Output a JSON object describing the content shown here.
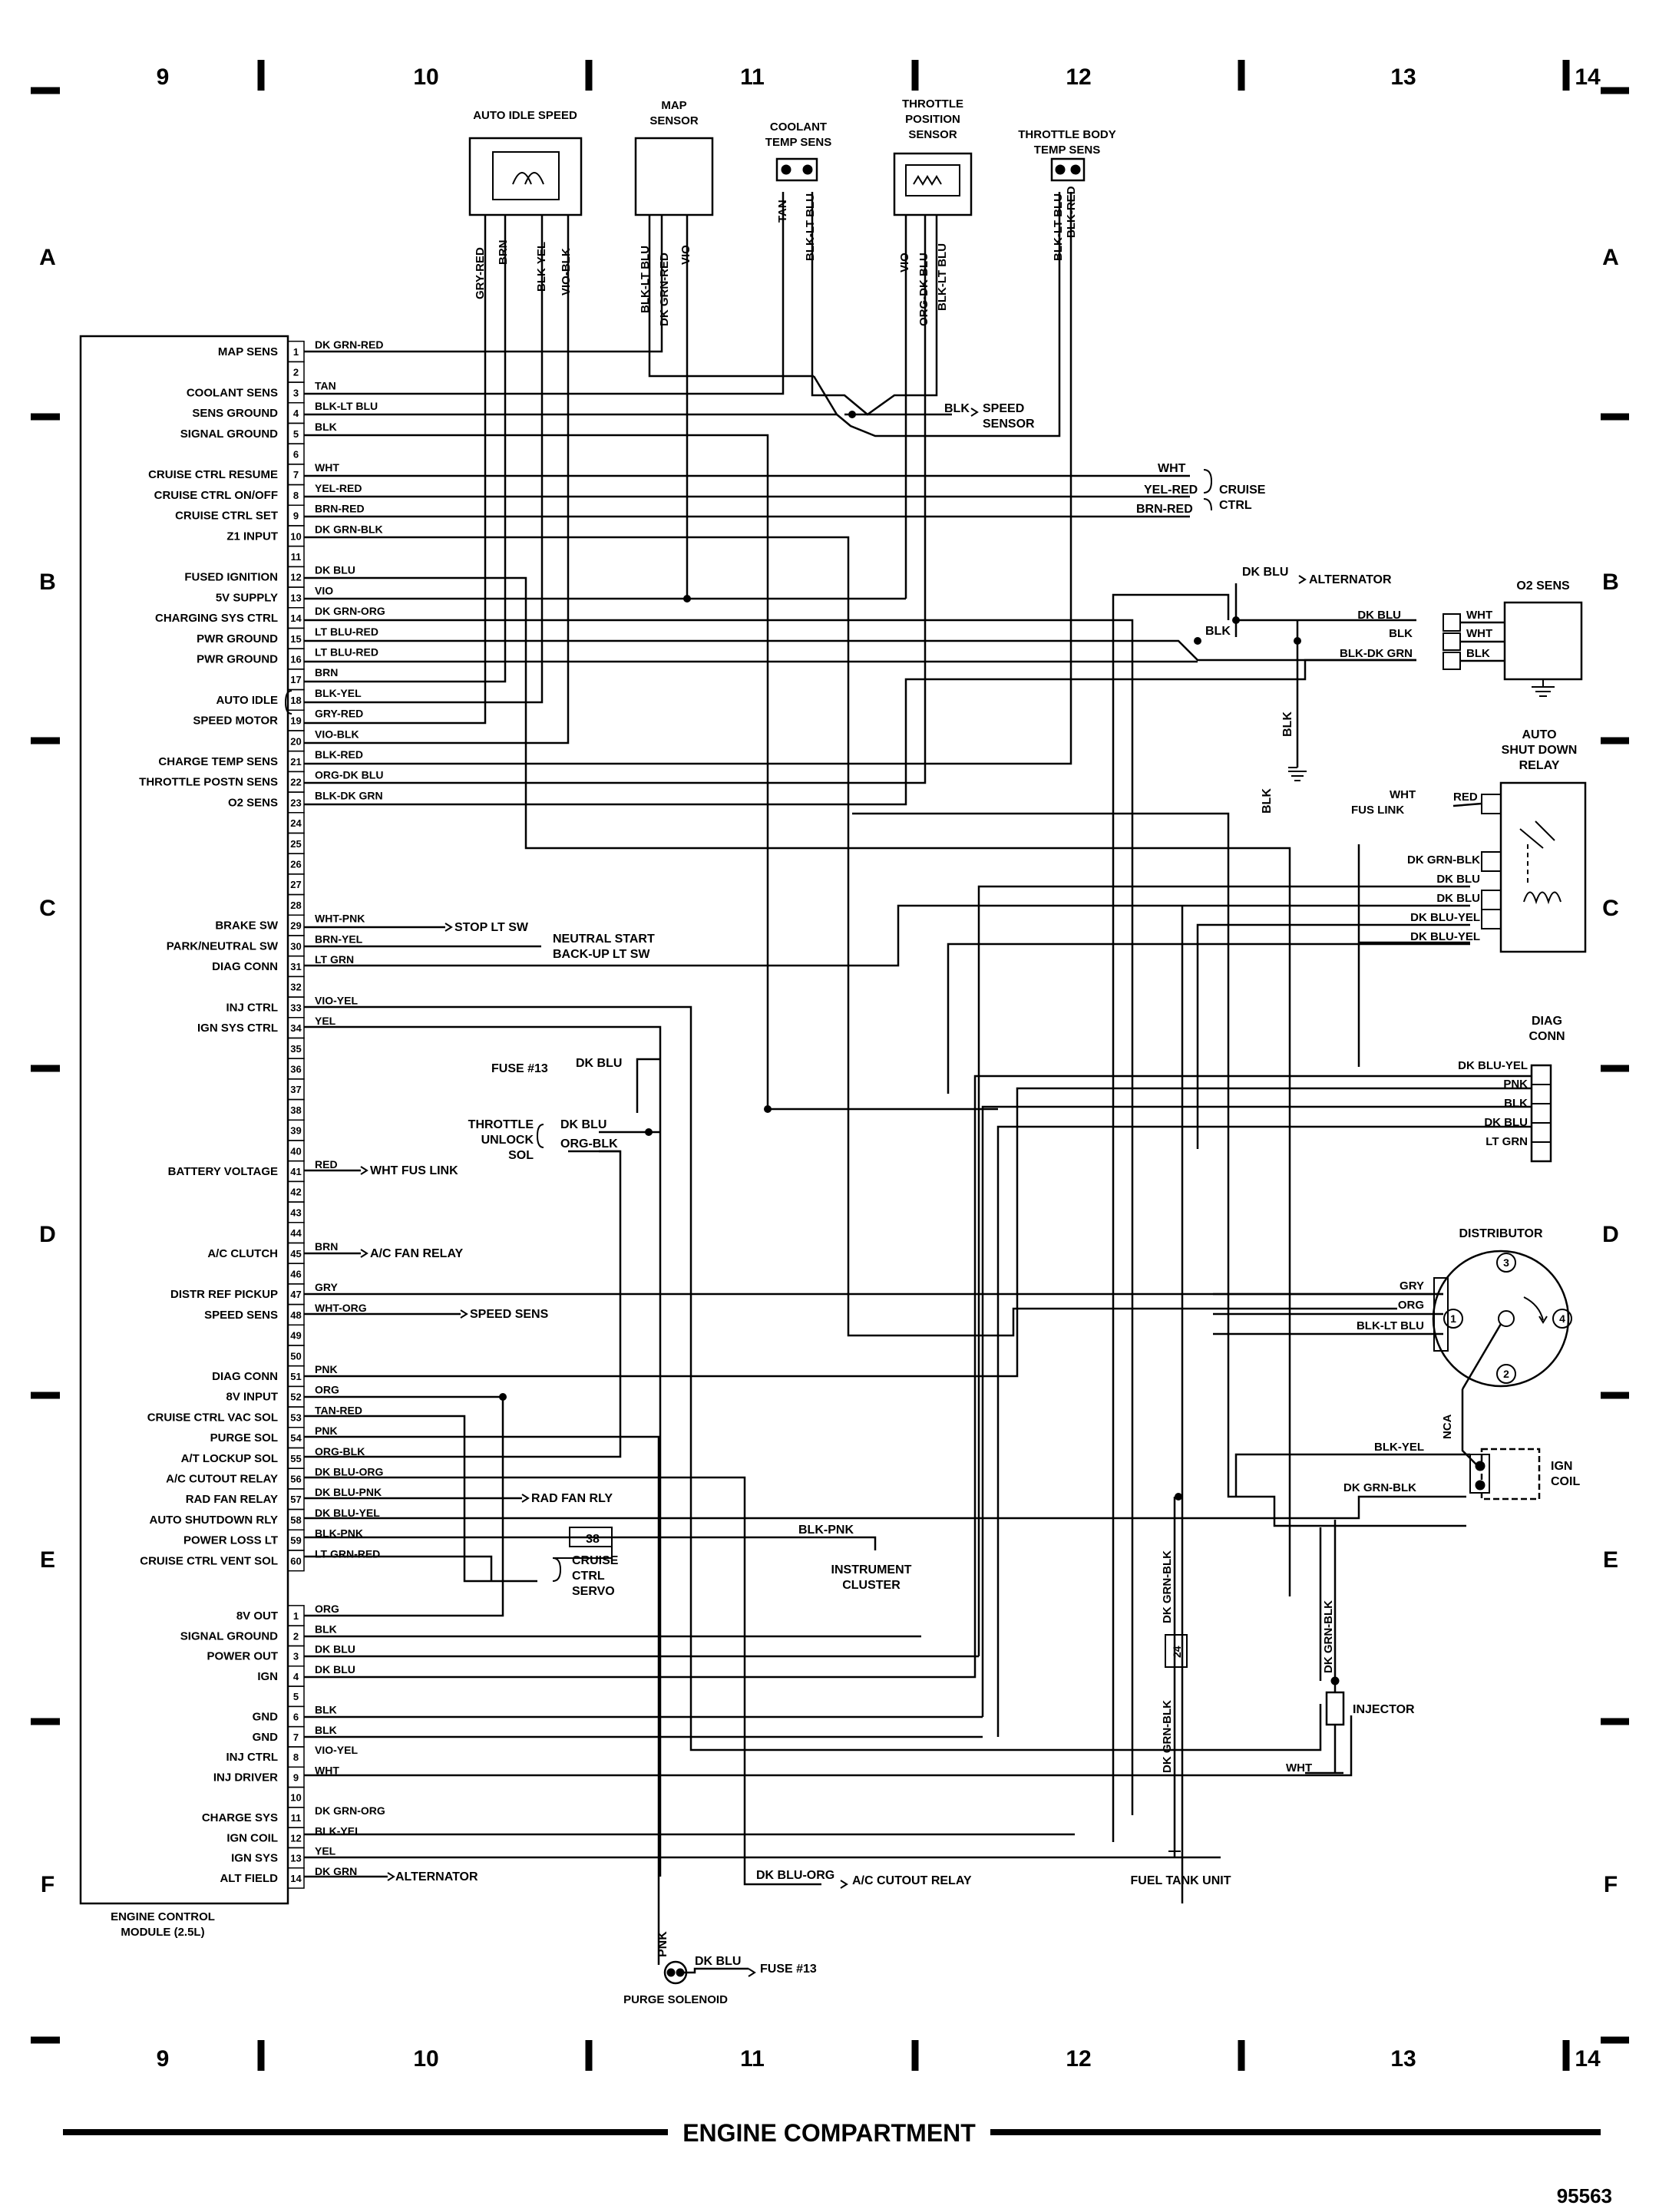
{
  "grid": {
    "columns": [
      "9",
      "10",
      "11",
      "12",
      "13",
      "14"
    ],
    "rows": [
      "A",
      "B",
      "C",
      "D",
      "E",
      "F"
    ]
  },
  "ecm_label_1": "ENGINE CONTROL",
  "ecm_label_2": "MODULE (2.5L)",
  "connector1": [
    {
      "pin": "1",
      "func": "MAP SENS",
      "wire": "DK GRN-RED"
    },
    {
      "pin": "2",
      "func": "",
      "wire": ""
    },
    {
      "pin": "3",
      "func": "COOLANT SENS",
      "wire": "TAN"
    },
    {
      "pin": "4",
      "func": "SENS GROUND",
      "wire": "BLK-LT BLU"
    },
    {
      "pin": "5",
      "func": "SIGNAL GROUND",
      "wire": "BLK"
    },
    {
      "pin": "6",
      "func": "",
      "wire": ""
    },
    {
      "pin": "7",
      "func": "CRUISE CTRL RESUME",
      "wire": "WHT"
    },
    {
      "pin": "8",
      "func": "CRUISE CTRL ON/OFF",
      "wire": "YEL-RED"
    },
    {
      "pin": "9",
      "func": "CRUISE CTRL SET",
      "wire": "BRN-RED"
    },
    {
      "pin": "10",
      "func": "Z1 INPUT",
      "wire": "DK GRN-BLK"
    },
    {
      "pin": "11",
      "func": "",
      "wire": ""
    },
    {
      "pin": "12",
      "func": "FUSED IGNITION",
      "wire": "DK BLU"
    },
    {
      "pin": "13",
      "func": "5V SUPPLY",
      "wire": "VIO"
    },
    {
      "pin": "14",
      "func": "CHARGING SYS CTRL",
      "wire": "DK GRN-ORG"
    },
    {
      "pin": "15",
      "func": "PWR GROUND",
      "wire": "LT BLU-RED"
    },
    {
      "pin": "16",
      "func": "PWR GROUND",
      "wire": "LT BLU-RED"
    },
    {
      "pin": "17",
      "func": "",
      "wire": "BRN"
    },
    {
      "pin": "18",
      "func": "AUTO IDLE",
      "wire": "BLK-YEL"
    },
    {
      "pin": "19",
      "func": "SPEED MOTOR",
      "wire": "GRY-RED"
    },
    {
      "pin": "20",
      "func": "",
      "wire": "VIO-BLK"
    },
    {
      "pin": "21",
      "func": "CHARGE TEMP SENS",
      "wire": "BLK-RED"
    },
    {
      "pin": "22",
      "func": "THROTTLE POSTN SENS",
      "wire": "ORG-DK BLU"
    },
    {
      "pin": "23",
      "func": "O2 SENS",
      "wire": "BLK-DK GRN"
    },
    {
      "pin": "24",
      "func": "",
      "wire": ""
    },
    {
      "pin": "25",
      "func": "",
      "wire": ""
    },
    {
      "pin": "26",
      "func": "",
      "wire": ""
    },
    {
      "pin": "27",
      "func": "",
      "wire": ""
    },
    {
      "pin": "28",
      "func": "",
      "wire": ""
    },
    {
      "pin": "29",
      "func": "BRAKE SW",
      "wire": "WHT-PNK"
    },
    {
      "pin": "30",
      "func": "PARK/NEUTRAL SW",
      "wire": "BRN-YEL"
    },
    {
      "pin": "31",
      "func": "DIAG CONN",
      "wire": "LT GRN"
    },
    {
      "pin": "32",
      "func": "",
      "wire": ""
    },
    {
      "pin": "33",
      "func": "INJ CTRL",
      "wire": "VIO-YEL"
    },
    {
      "pin": "34",
      "func": "IGN SYS CTRL",
      "wire": "YEL"
    },
    {
      "pin": "35",
      "func": "",
      "wire": ""
    },
    {
      "pin": "36",
      "func": "",
      "wire": ""
    },
    {
      "pin": "37",
      "func": "",
      "wire": ""
    },
    {
      "pin": "38",
      "func": "",
      "wire": ""
    },
    {
      "pin": "39",
      "func": "",
      "wire": ""
    },
    {
      "pin": "40",
      "func": "",
      "wire": ""
    },
    {
      "pin": "41",
      "func": "BATTERY VOLTAGE",
      "wire": "RED"
    },
    {
      "pin": "42",
      "func": "",
      "wire": ""
    },
    {
      "pin": "43",
      "func": "",
      "wire": ""
    },
    {
      "pin": "44",
      "func": "",
      "wire": ""
    },
    {
      "pin": "45",
      "func": "A/C CLUTCH",
      "wire": "BRN"
    },
    {
      "pin": "46",
      "func": "",
      "wire": ""
    },
    {
      "pin": "47",
      "func": "DISTR REF PICKUP",
      "wire": "GRY"
    },
    {
      "pin": "48",
      "func": "SPEED SENS",
      "wire": "WHT-ORG"
    },
    {
      "pin": "49",
      "func": "",
      "wire": ""
    },
    {
      "pin": "50",
      "func": "",
      "wire": ""
    },
    {
      "pin": "51",
      "func": "DIAG CONN",
      "wire": "PNK"
    },
    {
      "pin": "52",
      "func": "8V INPUT",
      "wire": "ORG"
    },
    {
      "pin": "53",
      "func": "CRUISE CTRL VAC SOL",
      "wire": "TAN-RED"
    },
    {
      "pin": "54",
      "func": "PURGE SOL",
      "wire": "PNK"
    },
    {
      "pin": "55",
      "func": "A/T LOCKUP SOL",
      "wire": "ORG-BLK"
    },
    {
      "pin": "56",
      "func": "A/C CUTOUT RELAY",
      "wire": "DK BLU-ORG"
    },
    {
      "pin": "57",
      "func": "RAD FAN RELAY",
      "wire": "DK BLU-PNK"
    },
    {
      "pin": "58",
      "func": "AUTO SHUTDOWN RLY",
      "wire": "DK BLU-YEL"
    },
    {
      "pin": "59",
      "func": "POWER LOSS LT",
      "wire": "BLK-PNK"
    },
    {
      "pin": "60",
      "func": "CRUISE CTRL VENT SOL",
      "wire": "LT GRN-RED"
    }
  ],
  "connector2": [
    {
      "pin": "1",
      "func": "8V OUT",
      "wire": "ORG"
    },
    {
      "pin": "2",
      "func": "SIGNAL GROUND",
      "wire": "BLK"
    },
    {
      "pin": "3",
      "func": "POWER OUT",
      "wire": "DK BLU"
    },
    {
      "pin": "4",
      "func": "IGN",
      "wire": "DK BLU"
    },
    {
      "pin": "5",
      "func": "",
      "wire": ""
    },
    {
      "pin": "6",
      "func": "GND",
      "wire": "BLK"
    },
    {
      "pin": "7",
      "func": "GND",
      "wire": "BLK"
    },
    {
      "pin": "8",
      "func": "INJ CTRL",
      "wire": "VIO-YEL"
    },
    {
      "pin": "9",
      "func": "INJ DRIVER",
      "wire": "WHT"
    },
    {
      "pin": "10",
      "func": "",
      "wire": ""
    },
    {
      "pin": "11",
      "func": "CHARGE SYS",
      "wire": "DK GRN-ORG"
    },
    {
      "pin": "12",
      "func": "IGN COIL",
      "wire": "BLK-YEL"
    },
    {
      "pin": "13",
      "func": "IGN SYS",
      "wire": "YEL"
    },
    {
      "pin": "14",
      "func": "ALT FIELD",
      "wire": "DK GRN"
    }
  ],
  "dest": {
    "pin29": "STOP LT SW",
    "neutral_1": "NEUTRAL START",
    "neutral_2": "BACK-UP LT SW",
    "pin41": "WHT FUS LINK",
    "pin45": "A/C FAN RELAY",
    "pin48": "SPEED SENS",
    "pin57": "RAD FAN RLY",
    "c2_14": "ALTERNATOR",
    "acco": "A/C CUTOUT RELAY",
    "acco_wire": "DK BLU-ORG",
    "fuse13": "FUSE #13",
    "fuse13_wire": "DK BLU",
    "purge_fuse": "FUSE #13",
    "purge_wire": "DK BLU",
    "purge_pnk": "PNK",
    "cluster_wire": "BLK-PNK",
    "cluster_1": "INSTRUMENT",
    "cluster_2": "CLUSTER",
    "speed_sensor_1": "SPEED",
    "speed_sensor_2": "SENSOR",
    "speed_sensor_wire": "BLK",
    "servo_38": "38",
    "servo_1": "CRUISE",
    "servo_2": "CTRL",
    "servo_3": "SERVO",
    "cruise_1": "CRUISE",
    "cruise_2": "CTRL",
    "cruise_wht": "WHT",
    "cruise_yel": "YEL-RED",
    "cruise_brn": "BRN-RED",
    "throttle_1": "THROTTLE",
    "throttle_2": "UNLOCK",
    "throttle_3": "SOL",
    "throttle_w1": "DK BLU",
    "throttle_w2": "ORG-BLK",
    "alt_top": "ALTERNATOR",
    "alt_top_wire": "DK BLU",
    "blk": "BLK",
    "blk2": "BLK",
    "blk3": "BLK"
  },
  "sensors": {
    "auto_idle": "AUTO IDLE SPEED",
    "auto_idle_wires": [
      "GRY-RED",
      "BRN",
      "BLK-YEL",
      "VIO-BLK"
    ],
    "map_1": "MAP",
    "map_2": "SENSOR",
    "map_wires": [
      "BLK-LT BLU",
      "DK GRN-RED",
      "VIO"
    ],
    "coolant_1": "COOLANT",
    "coolant_2": "TEMP SENS",
    "coolant_wires": [
      "TAN",
      "BLK-LT BLU"
    ],
    "tps_1": "THROTTLE",
    "tps_2": "POSITION",
    "tps_3": "SENSOR",
    "tps_wires": [
      "VIO",
      "ORG-DK BLU",
      "BLK-LT BLU"
    ],
    "tbt_1": "THROTTLE BODY",
    "tbt_2": "TEMP SENS",
    "tbt_wires": [
      "BLK-LT BLU",
      "BLK-RED"
    ]
  },
  "o2": {
    "title": "O2 SENS",
    "left": [
      "DK BLU",
      "BLK",
      "BLK-DK GRN"
    ],
    "right": [
      "WHT",
      "WHT",
      "BLK"
    ]
  },
  "asd": {
    "title_1": "AUTO",
    "title_2": "SHUT DOWN",
    "title_3": "RELAY",
    "fus": "WHT",
    "fus2": "FUS LINK",
    "red": "RED",
    "wires": [
      "DK GRN-BLK",
      "DK BLU",
      "DK BLU",
      "DK BLU-YEL",
      "DK BLU-YEL"
    ]
  },
  "diag": {
    "title_1": "DIAG",
    "title_2": "CONN",
    "wires": [
      "DK BLU-YEL",
      "PNK",
      "BLK",
      "DK BLU",
      "LT GRN"
    ]
  },
  "distributor": {
    "title": "DISTRIBUTOR",
    "wires": [
      "GRY",
      "ORG",
      "BLK-LT BLU"
    ],
    "terminals": [
      "1",
      "2",
      "3",
      "4"
    ],
    "nca": "NCA"
  },
  "coil": {
    "title_1": "IGN",
    "title_2": "COIL",
    "w1": "BLK-YEL",
    "w2": "DK GRN-BLK"
  },
  "injector": {
    "label": "INJECTOR",
    "wire": "DK GRN-BLK",
    "wht": "WHT"
  },
  "fuel": {
    "label": "FUEL TANK UNIT",
    "w_top": "DK GRN-BLK",
    "w_bot": "DK GRN-BLK",
    "num": "24"
  },
  "purge": {
    "label": "PURGE SOLENOID"
  },
  "blk_vert1": "BLK",
  "blk_vert2": "BLK",
  "footer": "ENGINE COMPARTMENT",
  "figure_number": "95563"
}
